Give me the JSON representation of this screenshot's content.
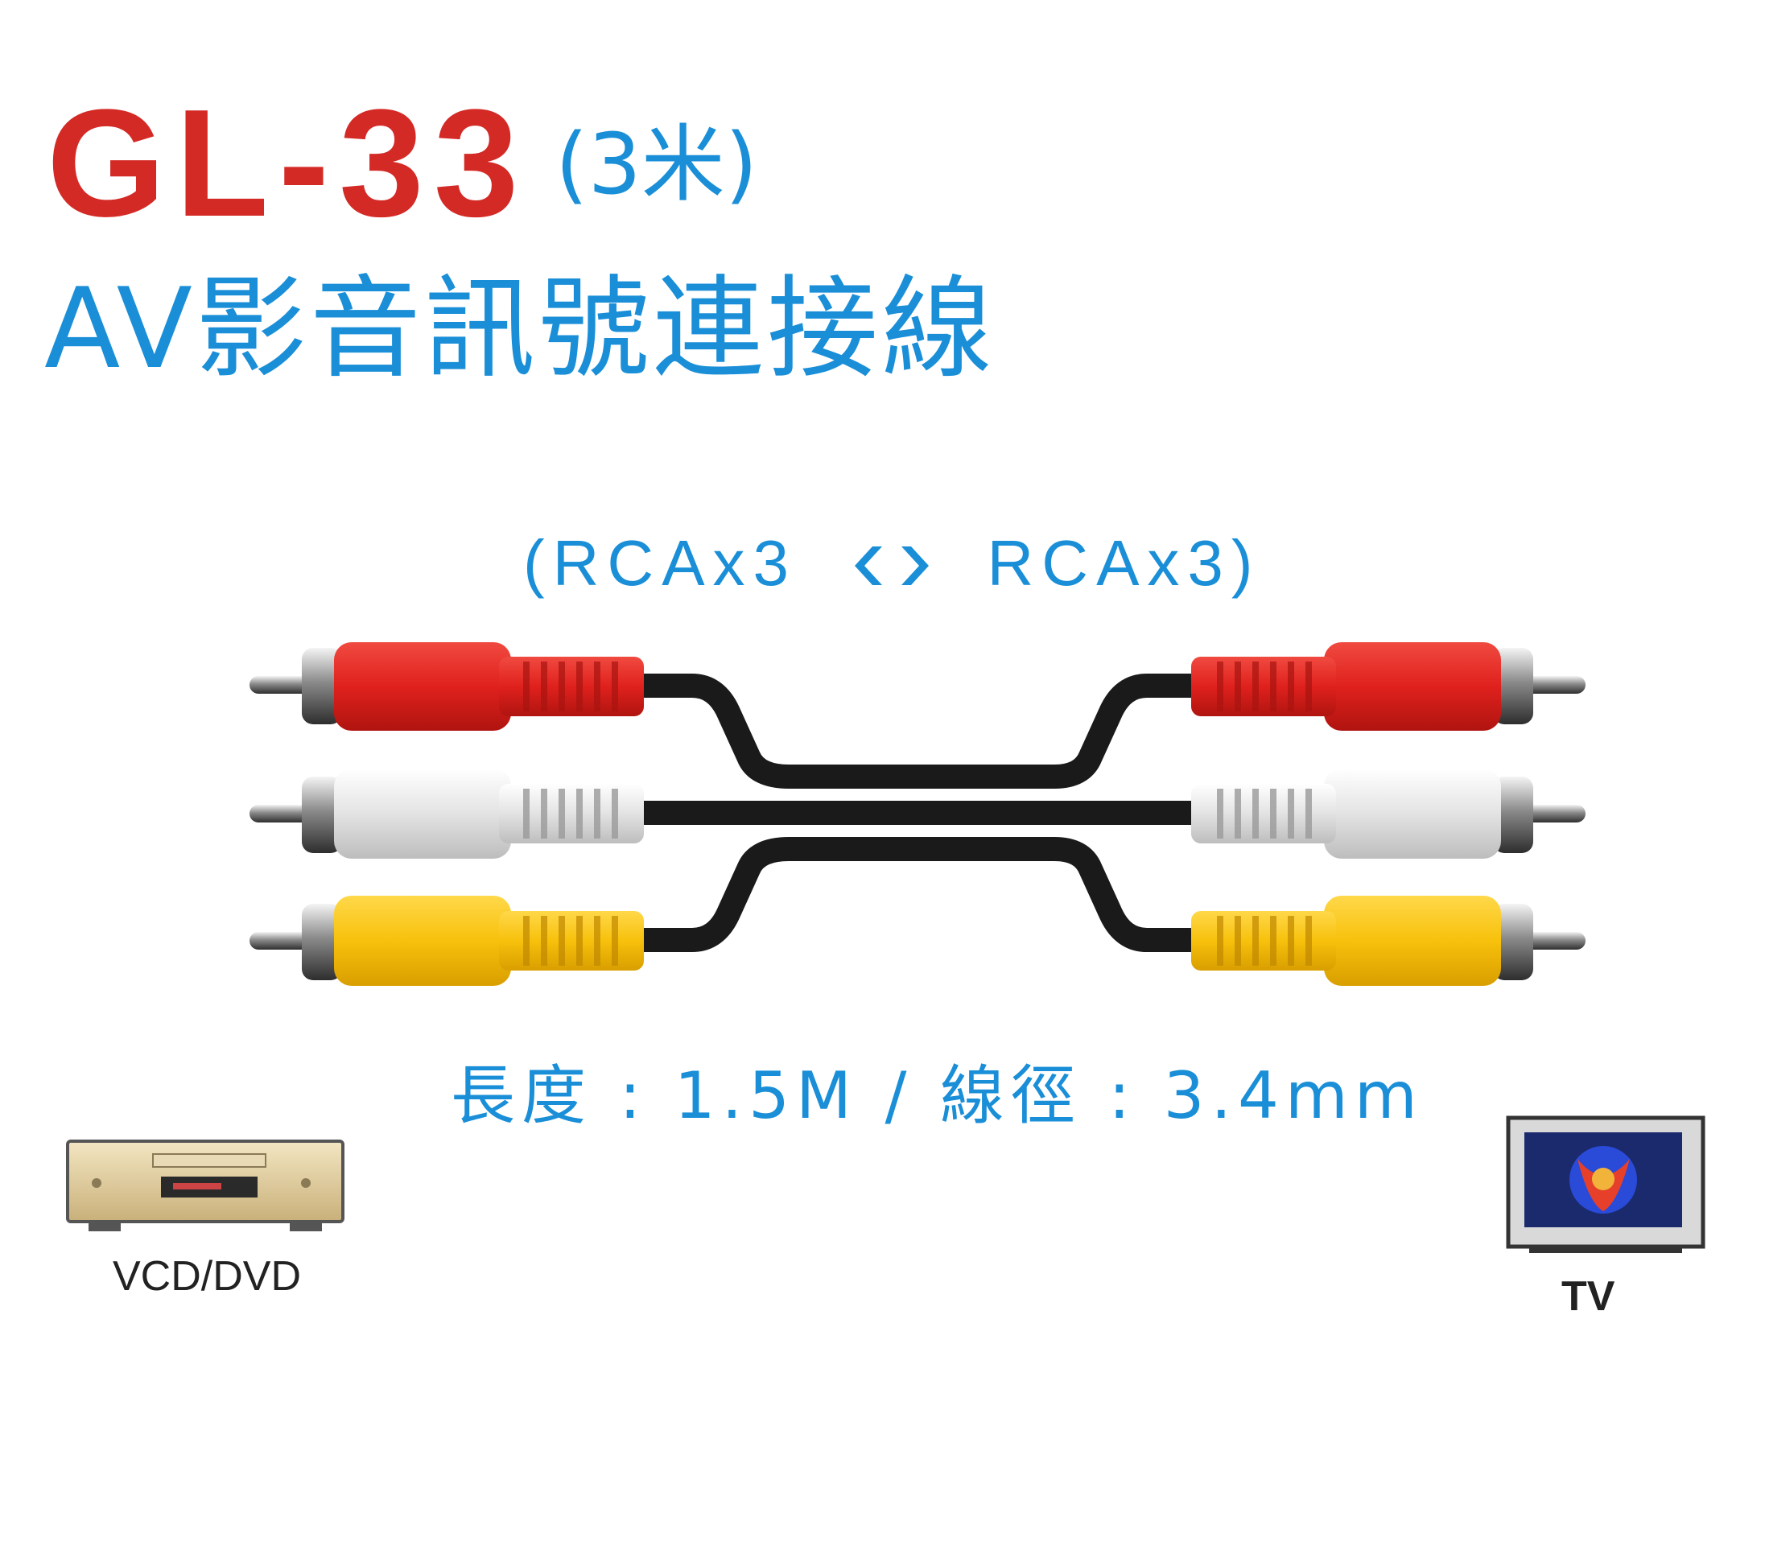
{
  "header": {
    "model": "GL-33",
    "length_tag": "(3米)",
    "subtitle": "AV影音訊號連接線"
  },
  "connector": {
    "left": "(RCAx3",
    "right": "RCAx3)",
    "swap_icon": "double-chevron-icon"
  },
  "spec": {
    "text": "長度 : 1.5M / 線徑 : 3.4mm"
  },
  "devices": {
    "source_label": "VCD/DVD",
    "target_label": "TV"
  },
  "colors": {
    "model": "#d42a26",
    "accent": "#1a8fd8",
    "plug_red": "#e0211d",
    "plug_white": "#e8e8e8",
    "plug_yellow": "#f7c10c",
    "cable": "#1a1a1a"
  }
}
